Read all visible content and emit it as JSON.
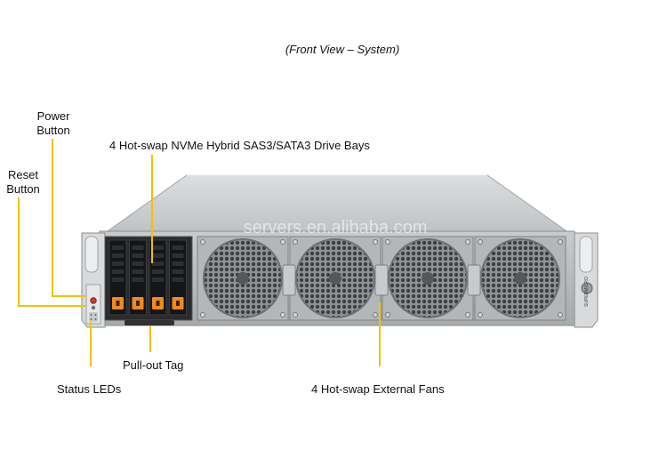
{
  "title": "(Front View – System)",
  "labels": {
    "power_button": "Power\nButton",
    "reset_button": "Reset\nButton",
    "drive_bays": "4 Hot-swap NVMe Hybrid SAS3/SATA3 Drive Bays",
    "pullout_tag": "Pull-out Tag",
    "status_leds": "Status LEDs",
    "external_fans": "4 Hot-swap External Fans"
  },
  "watermark": "servers.en.alibaba.com",
  "brand_vertical": "SUPERMICRO",
  "colors": {
    "callout_line": "#f2c200",
    "chassis_top": "#cfd1d2",
    "chassis_front": "#b9bcbe",
    "drive_handle": "#f08a1c"
  },
  "counts": {
    "drive_bays": 4,
    "fans": 4
  }
}
